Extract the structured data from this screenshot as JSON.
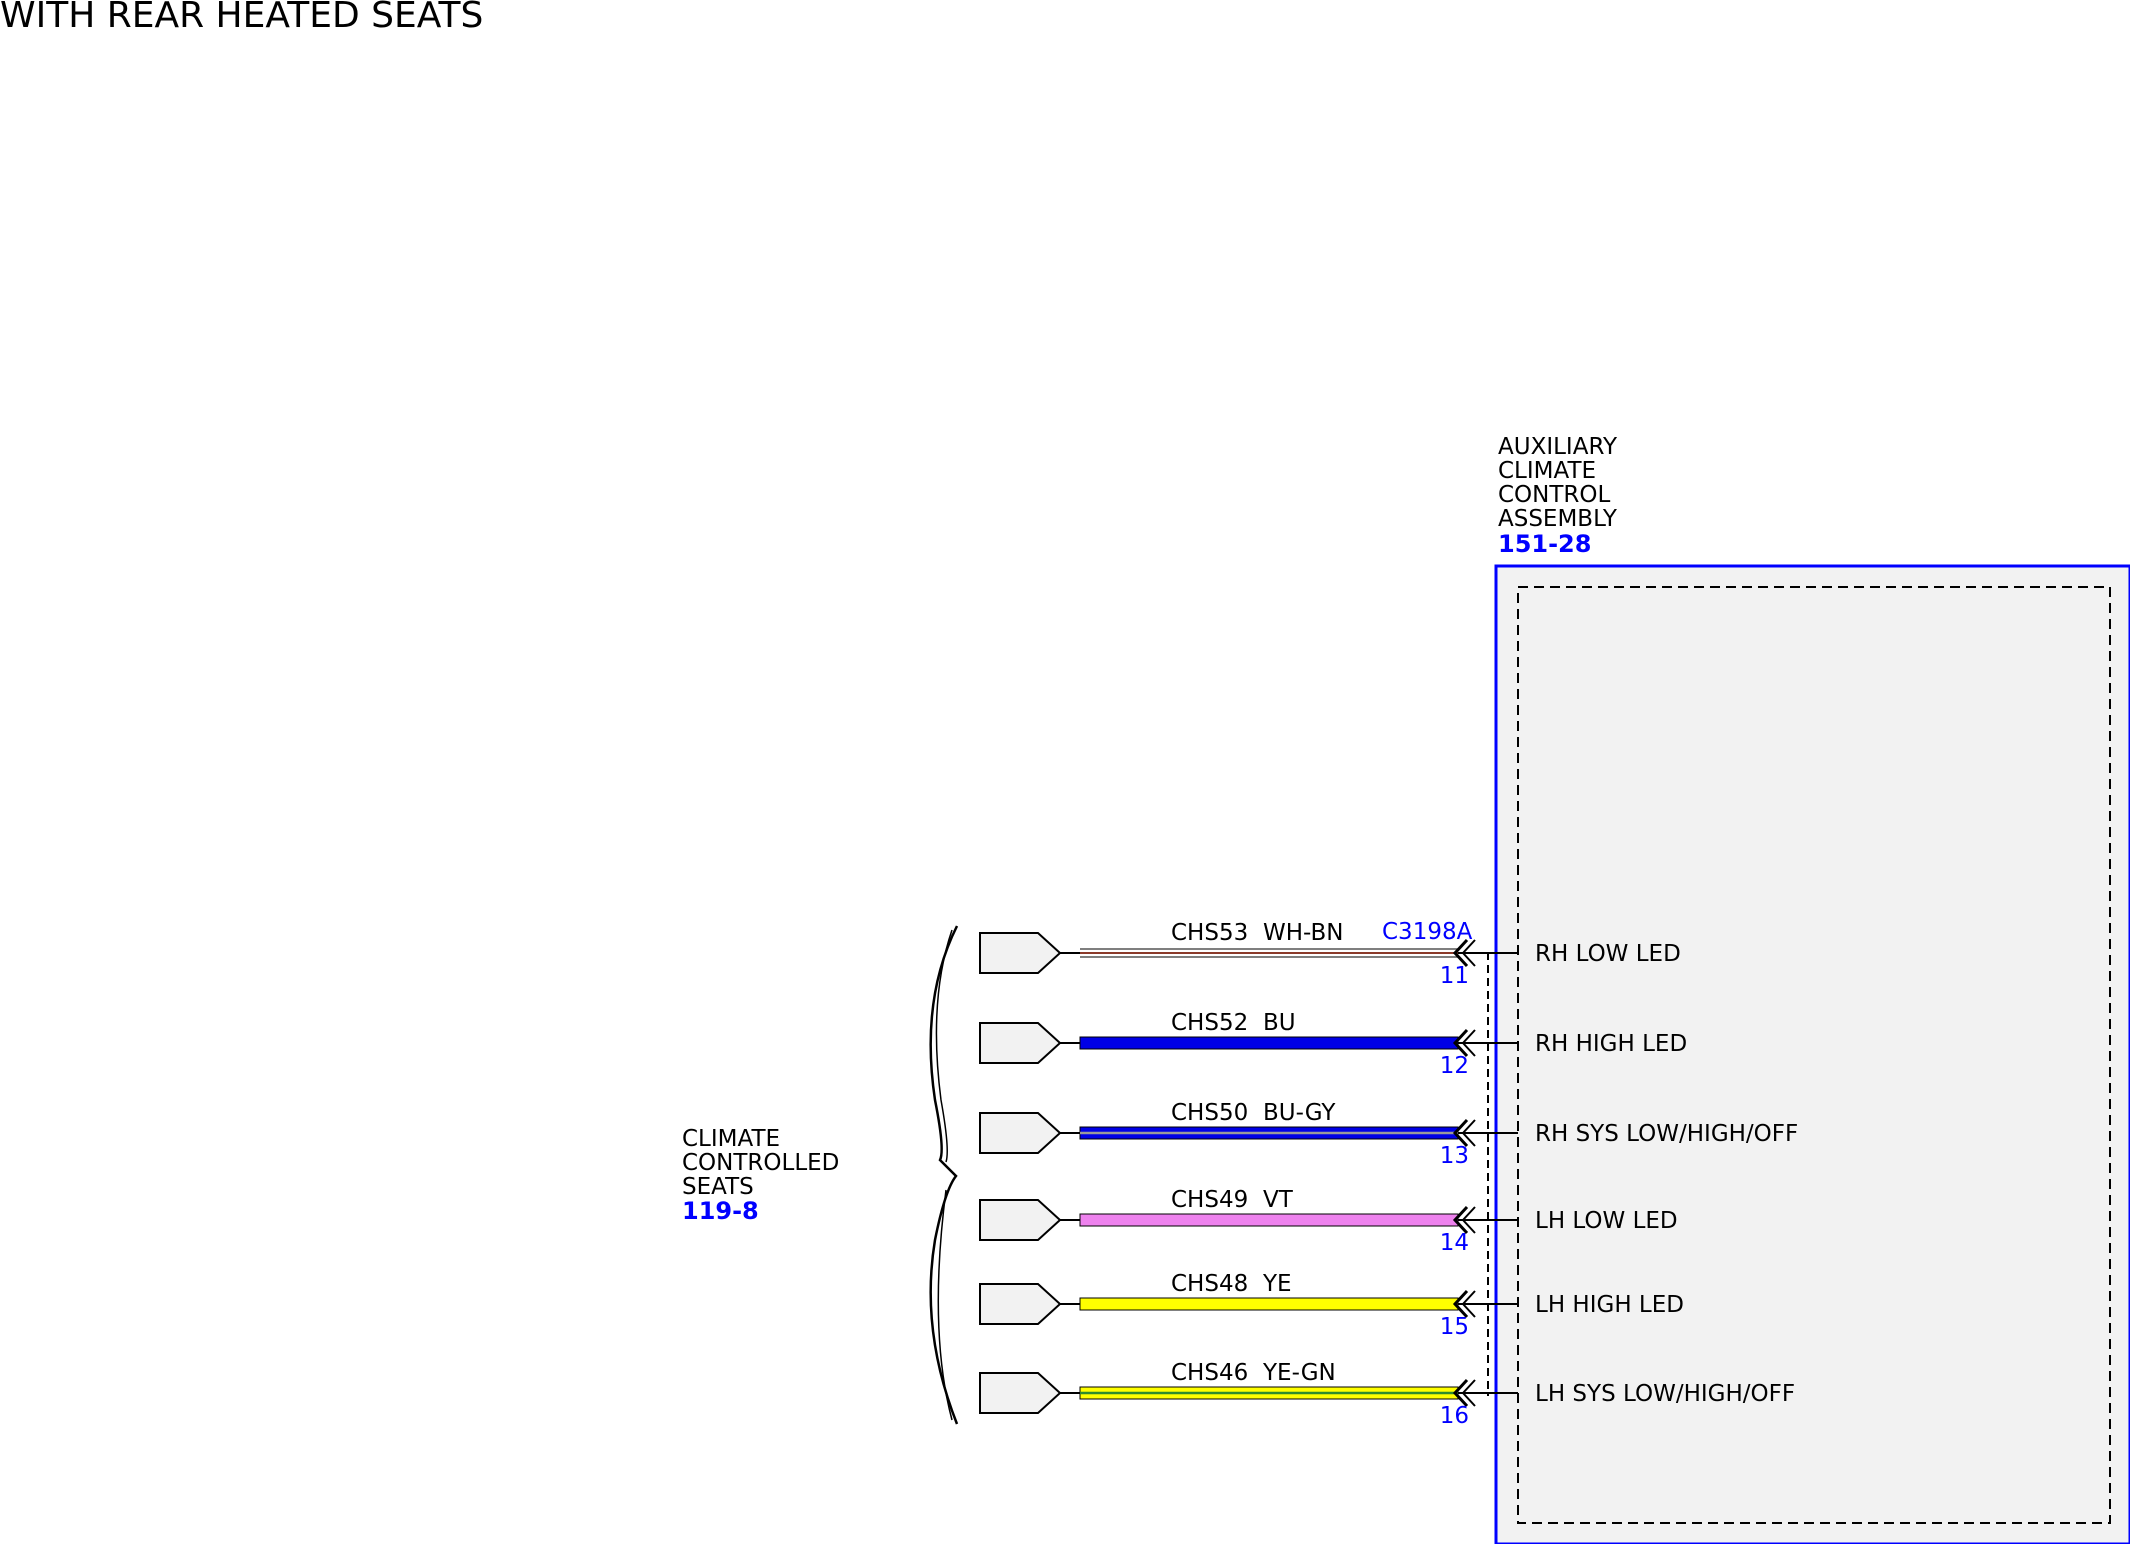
{
  "page_title": "WITH REAR HEATED SEATS",
  "module": {
    "name_lines": [
      "AUXILIARY",
      "CLIMATE",
      "CONTROL",
      "ASSEMBLY"
    ],
    "ref": "151-28",
    "connector": "C3198A"
  },
  "destination": {
    "name_lines": [
      "CLIMATE",
      "CONTROLLED",
      "SEATS"
    ],
    "ref": "119-8"
  },
  "colors": {
    "module_border": "#0000ff",
    "module_fill": "#f2f2f2",
    "ref_text": "#0000ff"
  },
  "circuits": [
    {
      "circuit": "CHS53",
      "color_code": "WH-BN",
      "pin": "11",
      "signal": "RH LOW LED",
      "wire_base": "#ffffff",
      "wire_stripe": "#8b3a2a",
      "style": "thin"
    },
    {
      "circuit": "CHS52",
      "color_code": "BU",
      "pin": "12",
      "signal": "RH HIGH LED",
      "wire_base": "#0000e6",
      "wire_stripe": "#0000e6",
      "style": "solid"
    },
    {
      "circuit": "CHS50",
      "color_code": "BU-GY",
      "pin": "13",
      "signal": "RH SYS LOW/HIGH/OFF",
      "wire_base": "#0000e6",
      "wire_stripe": "#9a9a9a",
      "style": "striped"
    },
    {
      "circuit": "CHS49",
      "color_code": "VT",
      "pin": "14",
      "signal": "LH LOW LED",
      "wire_base": "#ee82ee",
      "wire_stripe": "#ee82ee",
      "style": "solid"
    },
    {
      "circuit": "CHS48",
      "color_code": "YE",
      "pin": "15",
      "signal": "LH HIGH LED",
      "wire_base": "#ffff00",
      "wire_stripe": "#ffff00",
      "style": "solid"
    },
    {
      "circuit": "CHS46",
      "color_code": "YE-GN",
      "pin": "16",
      "signal": "LH SYS LOW/HIGH/OFF",
      "wire_base": "#ffff00",
      "wire_stripe": "#2e8b2e",
      "style": "striped"
    }
  ]
}
